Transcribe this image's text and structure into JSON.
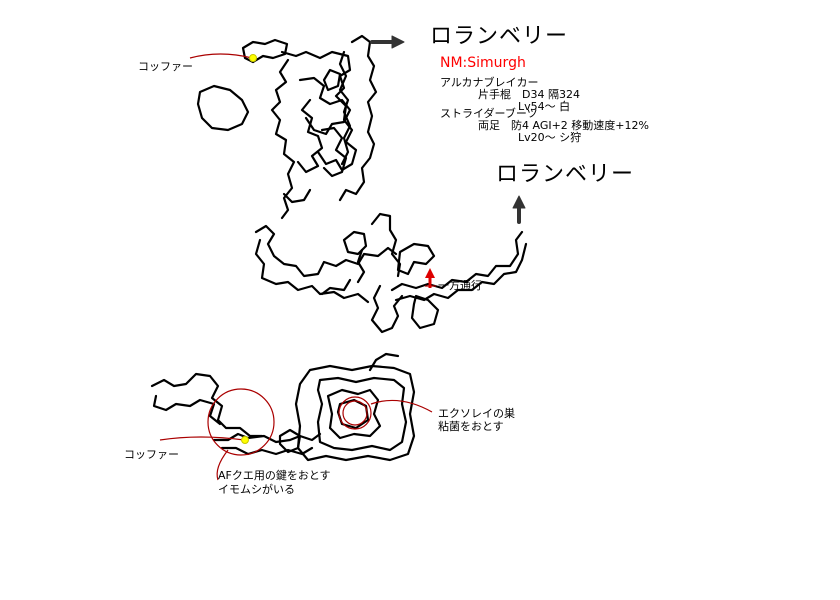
{
  "map": {
    "exits": [
      {
        "label": "ロランベリー"
      },
      {
        "label": "ロランベリー"
      }
    ],
    "nm": {
      "name": "NM:Simurgh",
      "drops": [
        {
          "item": "アルカナブレイカー",
          "line1": "片手棍　D34 隔324",
          "line2": "Lv54～ 白"
        },
        {
          "item": "ストライダーブーツ",
          "line1": "両足　防4 AGI+2 移動速度+12%",
          "line2": "Lv20～ シ狩"
        }
      ]
    },
    "one_way": "一方通行",
    "coffer_1": "コッファー",
    "coffer_2": "コッファー",
    "af_note": [
      "AFクエ用の鍵をおとす",
      "イモムシがいる"
    ],
    "excorei_note": [
      "エクソレイの巣",
      "粘菌をおとす"
    ],
    "colors": {
      "line": "#000000",
      "annotation": "#aa0000",
      "coffer": "#ffff00",
      "nm_text": "#ff0000"
    }
  }
}
